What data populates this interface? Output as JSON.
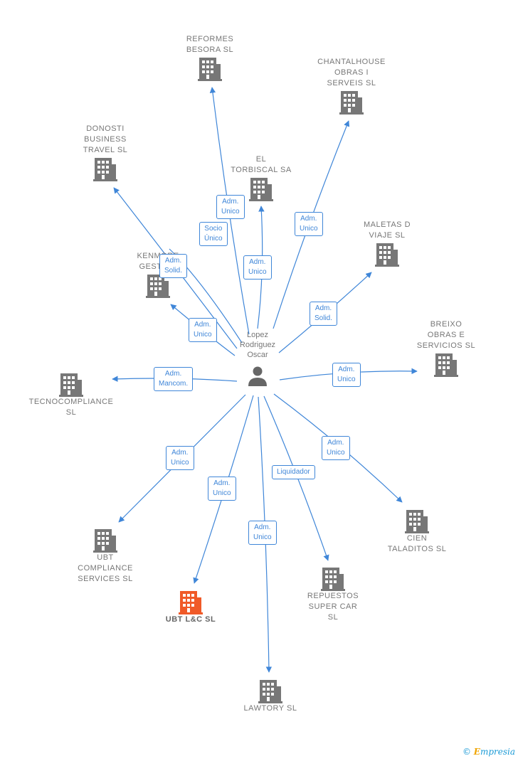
{
  "center": {
    "name": "Lopez\nRodriguez\nOscar",
    "icon": "person-icon"
  },
  "companies": [
    {
      "id": "reformes",
      "name": "REFORMES\nBESORA  SL",
      "highlight": false
    },
    {
      "id": "chantalhouse",
      "name": "CHANTALHOUSE\nOBRAS I\nSERVEIS  SL",
      "highlight": false
    },
    {
      "id": "donosti",
      "name": "DONOSTI\nBUSINESS\nTRAVEL  SL",
      "highlight": false
    },
    {
      "id": "torbiscal",
      "name": "EL\nTORBISCAL SA",
      "highlight": false
    },
    {
      "id": "maletas",
      "name": "MALETAS D\nVIAJE  SL",
      "highlight": false
    },
    {
      "id": "kenmore",
      "name": "KENMORE\nGESTION",
      "highlight": false
    },
    {
      "id": "breixo",
      "name": "BREIXO\nOBRAS E\nSERVICIOS  SL",
      "highlight": false
    },
    {
      "id": "tecno",
      "name": "TECNOCOMPLIANCE\nSL",
      "highlight": false
    },
    {
      "id": "ubtcompliance",
      "name": "UBT\nCOMPLIANCE\nSERVICES  SL",
      "highlight": false
    },
    {
      "id": "ubtlc",
      "name": "UBT L&C  SL",
      "highlight": true
    },
    {
      "id": "lawtory",
      "name": "LAWTORY  SL",
      "highlight": false
    },
    {
      "id": "repuestos",
      "name": "REPUESTOS\nSUPER CAR\nSL",
      "highlight": false
    },
    {
      "id": "cien",
      "name": "CIEN\nTALADITOS SL",
      "highlight": false
    }
  ],
  "relations": [
    {
      "to": "reformes",
      "label": "Adm.\nUnico"
    },
    {
      "to": "chantalhouse",
      "label": "Adm.\nUnico"
    },
    {
      "to": "donosti",
      "label": "Adm.\nSolid."
    },
    {
      "to": "donosti",
      "label": "Socio\nÚnico"
    },
    {
      "to": "torbiscal",
      "label": "Adm.\nUnico"
    },
    {
      "to": "maletas",
      "label": "Adm.\nSolid."
    },
    {
      "to": "kenmore",
      "label": "Adm.\nUnico"
    },
    {
      "to": "breixo",
      "label": "Adm.\nUnico"
    },
    {
      "to": "tecno",
      "label": "Adm.\nMancom."
    },
    {
      "to": "ubtcompliance",
      "label": "Adm.\nUnico"
    },
    {
      "to": "ubtlc",
      "label": "Adm.\nUnico"
    },
    {
      "to": "lawtory",
      "label": "Adm.\nUnico"
    },
    {
      "to": "repuestos",
      "label": "Liquidador"
    },
    {
      "to": "cien",
      "label": "Adm.\nUnico"
    }
  ],
  "colors": {
    "edge": "#3f86d8",
    "building": "#777777",
    "highlight": "#f05a28"
  },
  "brand": {
    "copyright": "©",
    "first": "E",
    "rest": "mpresia"
  }
}
